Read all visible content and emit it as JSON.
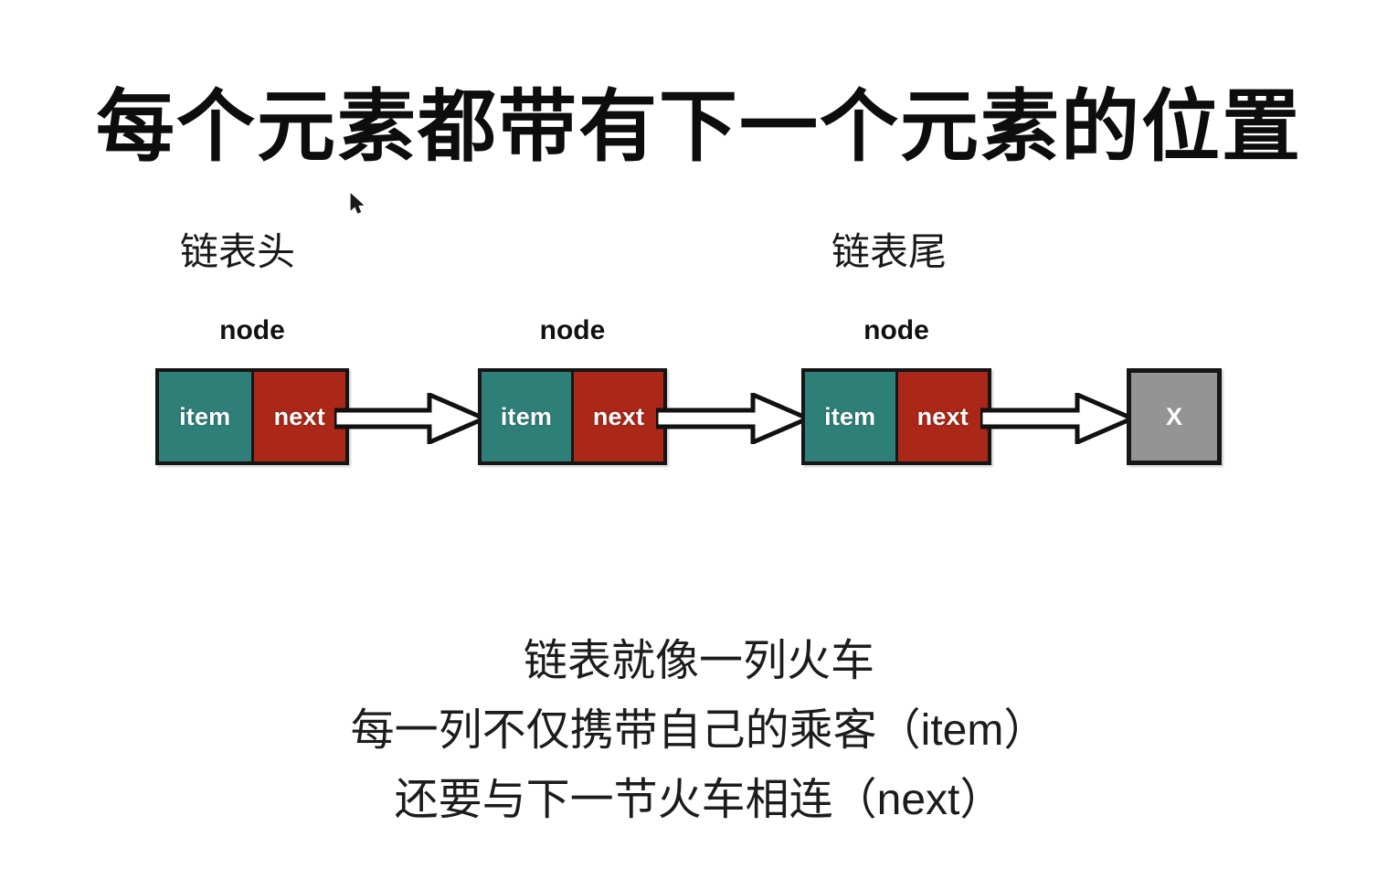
{
  "slide": {
    "title": "每个元素都带有下一个元素的位置",
    "background_color": "#ffffff",
    "text_color": "#111111"
  },
  "diagram": {
    "type": "singly-linked-list",
    "head_caption": "链表头",
    "tail_caption": "链表尾",
    "colors": {
      "item_cell": "#2f7f79",
      "next_cell": "#ab2718",
      "null_cell": "#949494",
      "border": "#161616",
      "arrow_fill": "#ffffff",
      "arrow_stroke": "#111111"
    },
    "nodes": [
      {
        "label": "node",
        "item_label": "item",
        "next_label": "next"
      },
      {
        "label": "node",
        "item_label": "item",
        "next_label": "next"
      },
      {
        "label": "node",
        "item_label": "item",
        "next_label": "next"
      }
    ],
    "terminator": {
      "label": "X"
    },
    "arrows": [
      {
        "from": "node-1-next",
        "to": "node-2-item",
        "style": "hollow-block-arrow"
      },
      {
        "from": "node-2-next",
        "to": "node-3-item",
        "style": "hollow-block-arrow"
      },
      {
        "from": "node-3-next",
        "to": "terminator",
        "style": "hollow-block-arrow"
      }
    ]
  },
  "caption": {
    "lines": [
      "链表就像一列火车",
      "每一列不仅携带自己的乘客（item）",
      "还要与下一节火车相连（next）"
    ]
  },
  "cursor": {
    "icon": "mouse-pointer-icon"
  }
}
